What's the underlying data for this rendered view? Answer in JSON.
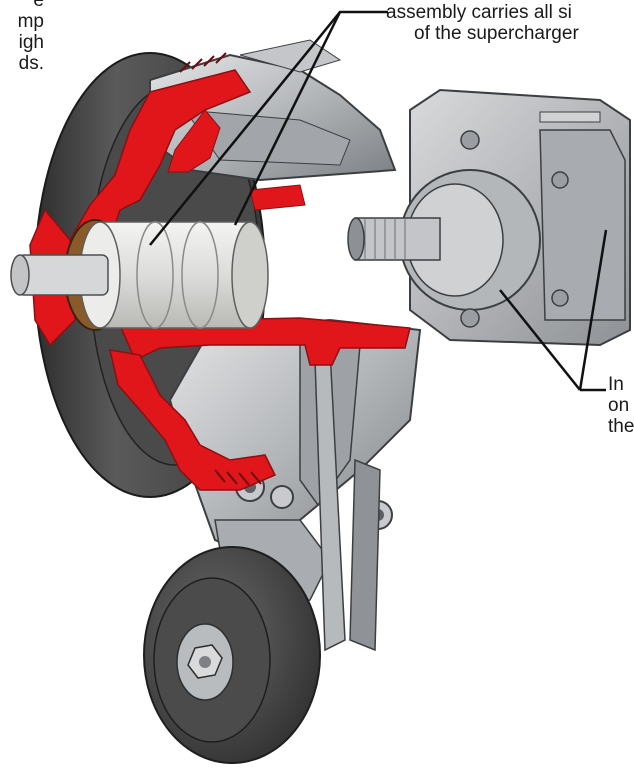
{
  "labels": {
    "left": [
      "e",
      "mp",
      "igh",
      "ds."
    ],
    "top": [
      "assembly carries all si",
      "of the supercharger"
    ],
    "right": [
      "In",
      "on",
      "the"
    ]
  },
  "colors": {
    "cut_section": "#e0161b",
    "metal_light": "#c9cacd",
    "metal_mid": "#9fa2a6",
    "metal_dark": "#6f7377",
    "belt_dark": "#3d3d3d",
    "bearing": "#e8e8e6",
    "bronze": "#8a5a2b",
    "leader_line": "#111111"
  }
}
